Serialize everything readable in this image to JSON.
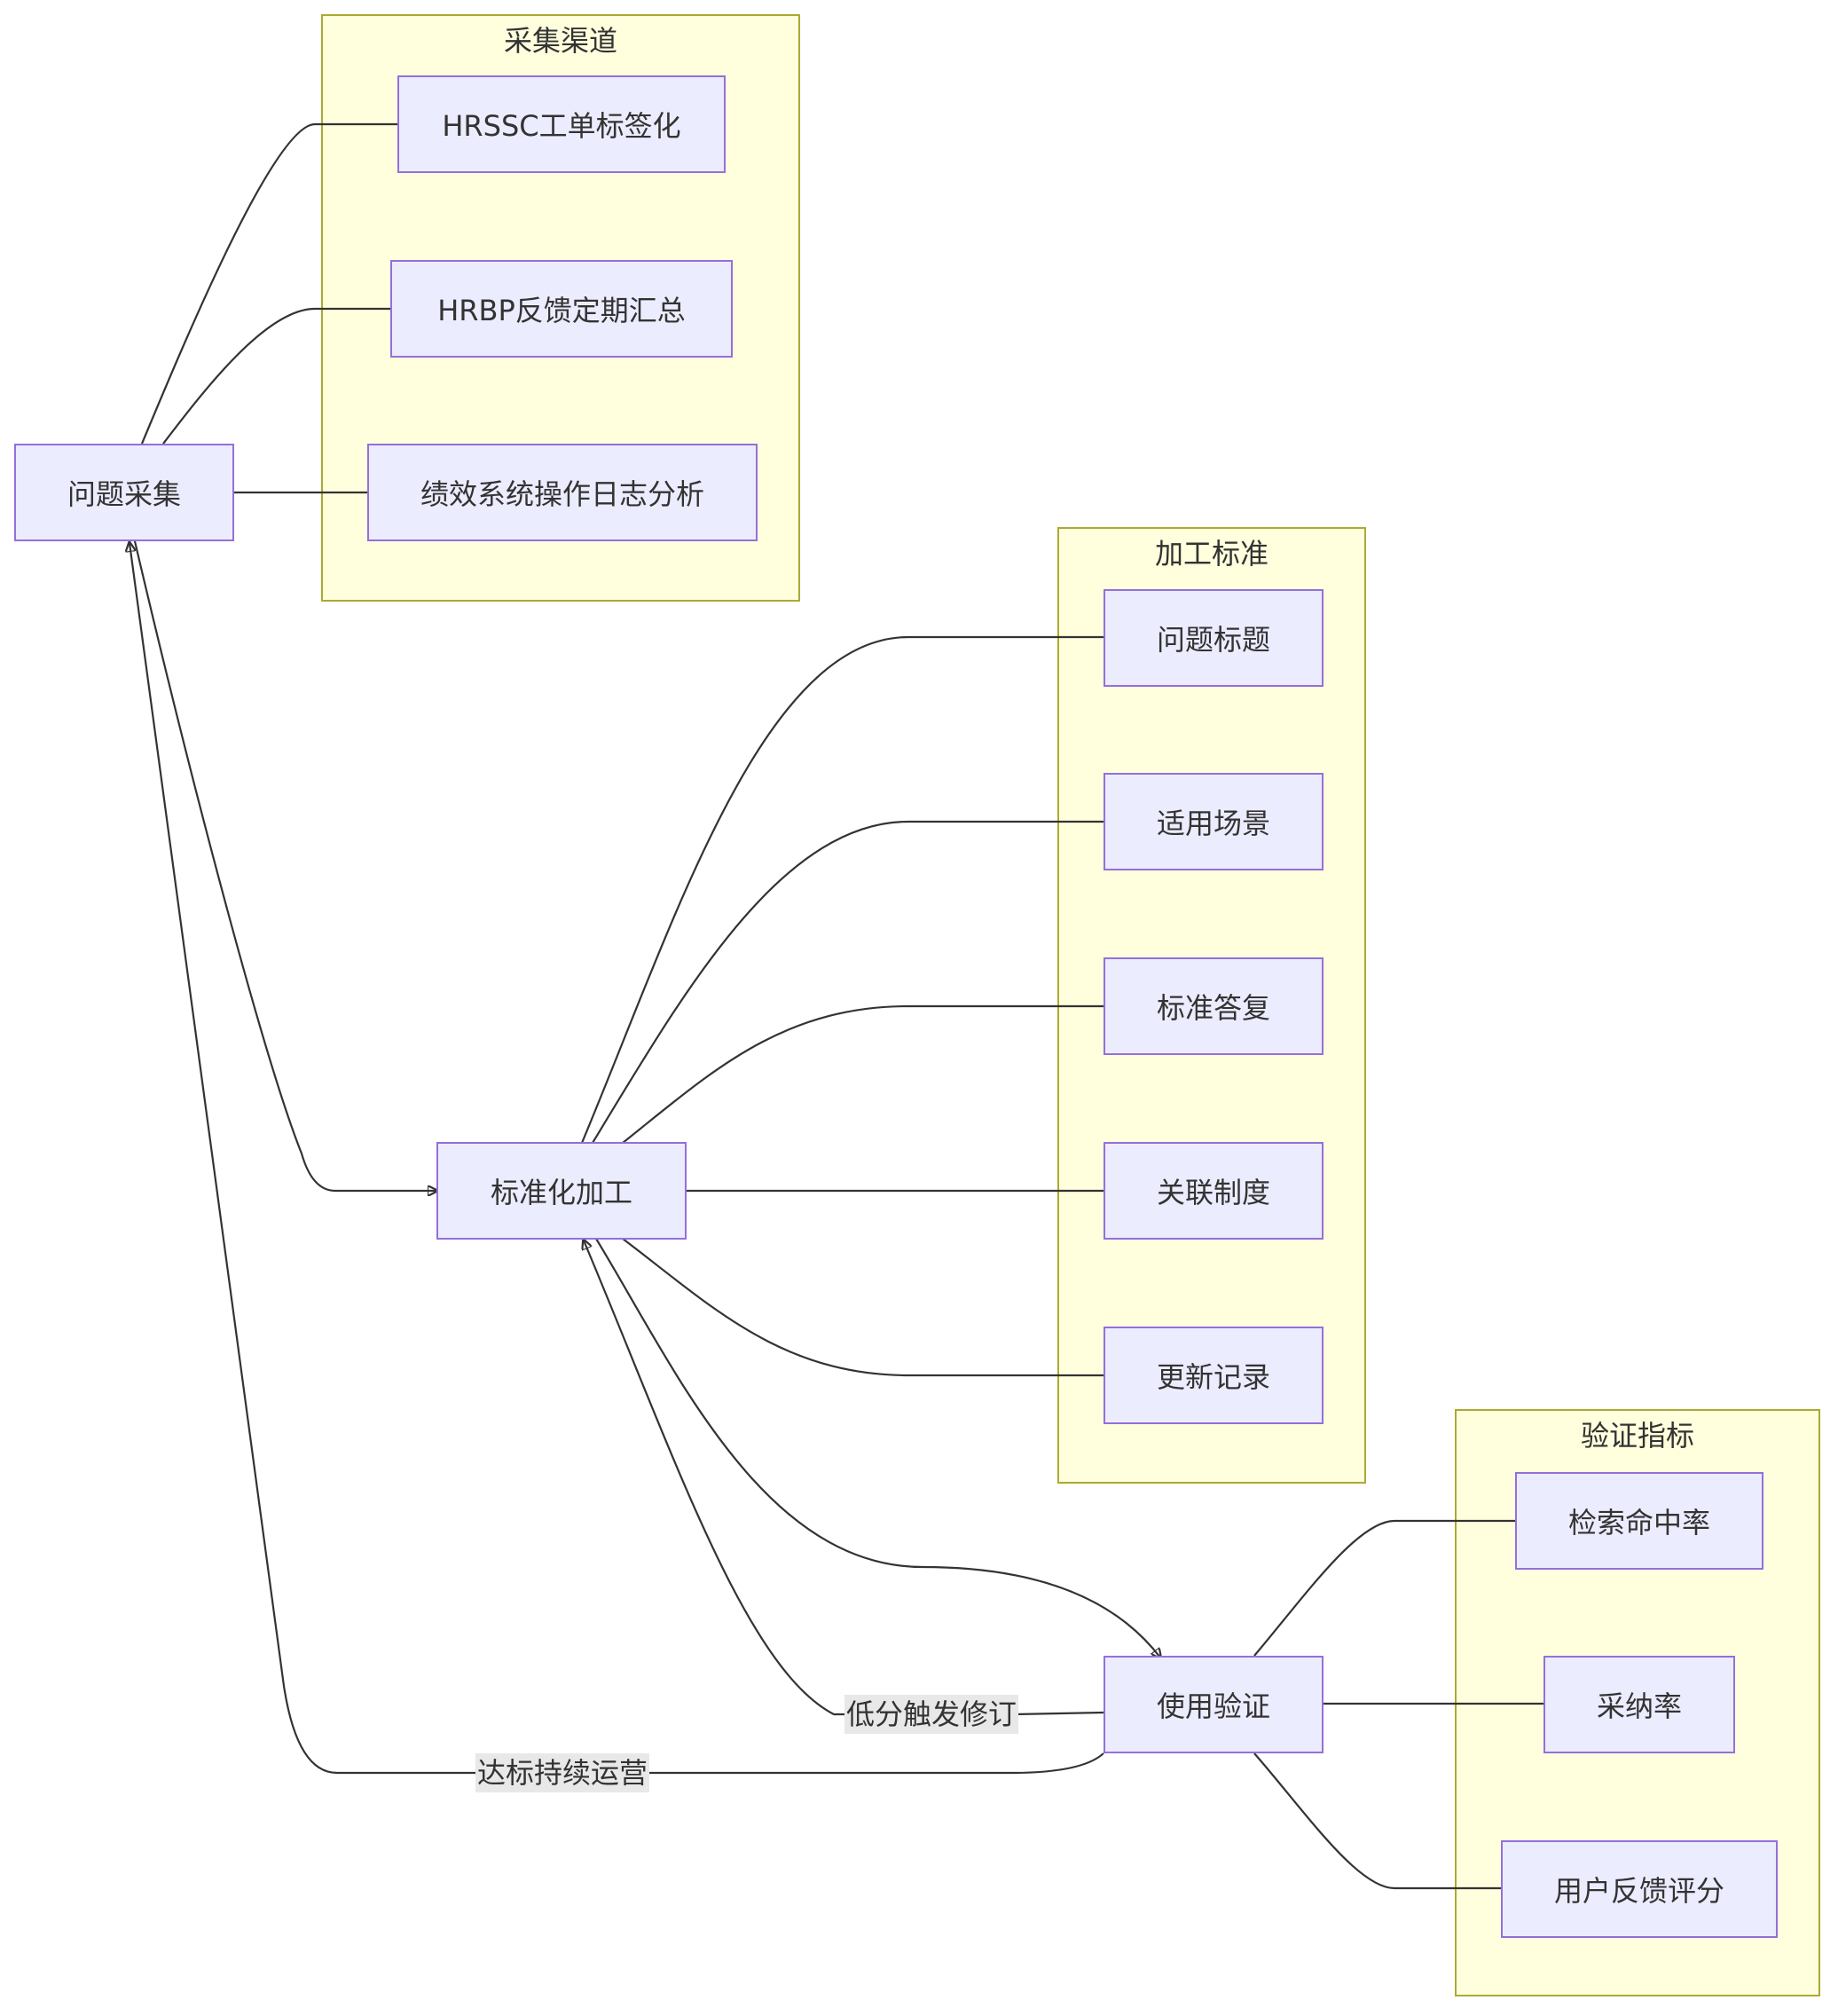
{
  "diagram": {
    "clusters": {
      "collection_channels": {
        "title": "采集渠道"
      },
      "processing_standards": {
        "title": "加工标准"
      },
      "validation_metrics": {
        "title": "验证指标"
      }
    },
    "nodes": {
      "issue_collection": "问题采集",
      "hrssc_ticket_tagging": "HRSSC工单标签化",
      "hrbp_feedback_summary": "HRBP反馈定期汇总",
      "perf_system_log_analysis": "绩效系统操作日志分析",
      "standardized_processing": "标准化加工",
      "issue_title": "问题标题",
      "applicable_scenario": "适用场景",
      "standard_reply": "标准答复",
      "related_policy": "关联制度",
      "update_record": "更新记录",
      "usage_validation": "使用验证",
      "retrieval_hit_rate": "检索命中率",
      "adoption_rate": "采纳率",
      "user_feedback_score": "用户反馈评分"
    },
    "edge_labels": {
      "low_score_revision": "低分触发修订",
      "meet_target_continue": "达标持续运营"
    }
  }
}
